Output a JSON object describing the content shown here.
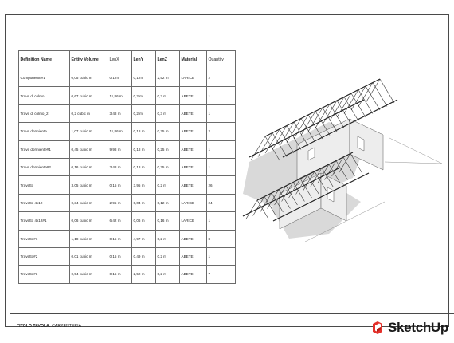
{
  "table": {
    "headers": [
      "Definition Name",
      "Entity Volume",
      "LenX",
      "LenY",
      "LenZ",
      "Material",
      "Quantity"
    ],
    "rows": [
      [
        "Componente#1",
        "0,05 cubic m",
        "0,1 m",
        "0,1 m",
        "2,52 m",
        "LARICE",
        "2"
      ],
      [
        "Trave di colmo",
        "0,67 cubic m",
        "11,86 m",
        "0,2 m",
        "0,3 m",
        "ABETE",
        "1"
      ],
      [
        "Trave di colmo_2",
        "0,2 cubic m",
        "3,48 m",
        "0,2 m",
        "0,3 m",
        "ABETE",
        "1"
      ],
      [
        "Trave dormiente",
        "1,07 cubic m",
        "11,86 m",
        "0,18 m",
        "0,25 m",
        "ABETE",
        "2"
      ],
      [
        "Trave dormiente#1",
        "0,45 cubic m",
        "9,98 m",
        "0,18 m",
        "0,25 m",
        "ABETE",
        "1"
      ],
      [
        "Trave dormiente#2",
        "0,16 cubic m",
        "3,48 m",
        "0,18 m",
        "0,25 m",
        "ABETE",
        "1"
      ],
      [
        "Travetto",
        "3,05 cubic m",
        "0,15 m",
        "3,95 m",
        "0,2 m",
        "ABETE",
        "26"
      ],
      [
        "Travetto 4x12",
        "0,34 cubic m",
        "2,95 m",
        "0,04 m",
        "0,12 m",
        "LARICE",
        "24"
      ],
      [
        "Travetto 4x12#1",
        "0,06 cubic m",
        "6,42 m",
        "0,06 m",
        "0,16 m",
        "LARICE",
        "1"
      ],
      [
        "Travetto#1",
        "1,18 cubic m",
        "0,15 m",
        "4,97 m",
        "0,2 m",
        "ABETE",
        "8"
      ],
      [
        "Travetto#2",
        "0,01 cubic m",
        "0,15 m",
        "0,49 m",
        "0,2 m",
        "ABETE",
        "1"
      ],
      [
        "Travetto#3",
        "0,54 cubic m",
        "0,15 m",
        "2,52 m",
        "0,2 m",
        "ABETE",
        "7"
      ]
    ]
  },
  "footer": {
    "title_label": "TITOLO TAVOLA:",
    "title_value": "CARPENTERIA"
  },
  "logo": {
    "text": "SketchUp",
    "icon": "sketchup-logo-icon",
    "color": "#e4312b"
  }
}
